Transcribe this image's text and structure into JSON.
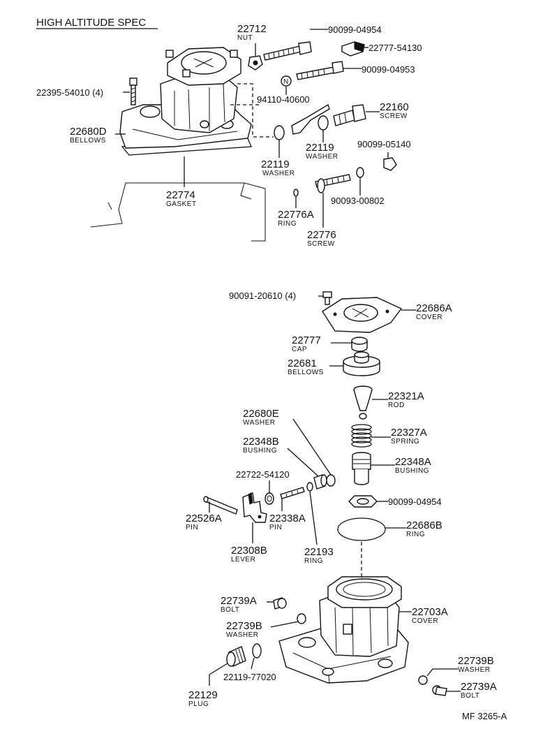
{
  "header": {
    "title": "HIGH ALTITUDE SPEC"
  },
  "footer": {
    "reference": "MF 3265-A"
  },
  "parts": {
    "nut_22712": {
      "number": "22712",
      "name": "NUT"
    },
    "bolt_90099_04954_top": {
      "number": "90099-04954"
    },
    "part_22777_54130": {
      "number": "22777-54130"
    },
    "bolt_90099_04953": {
      "number": "90099-04953"
    },
    "bolt_22395_54010": {
      "number": "22395-54010 (4)"
    },
    "n_94110_40600": {
      "number": "94110-40600",
      "mark": "N"
    },
    "screw_22160": {
      "number": "22160",
      "name": "SCREW"
    },
    "bellows_22680D": {
      "number": "22680D",
      "name": "BELLOWS"
    },
    "washer_22119_right": {
      "number": "22119",
      "name": "WASHER"
    },
    "nut_90099_05140": {
      "number": "90099-05140"
    },
    "washer_22119_left": {
      "number": "22119",
      "name": "WASHER"
    },
    "gasket_22774": {
      "number": "22774",
      "name": "GASKET"
    },
    "ring_22776A": {
      "number": "22776A",
      "name": "RING"
    },
    "washer_90093_00802": {
      "number": "90093-00802"
    },
    "screw_22776": {
      "number": "22776",
      "name": "SCREW"
    },
    "screw_90091_20610": {
      "number": "90091-20610 (4)"
    },
    "cover_22686A": {
      "number": "22686A",
      "name": "COVER"
    },
    "cap_22777": {
      "number": "22777",
      "name": "CAP"
    },
    "bellows_22681": {
      "number": "22681",
      "name": "BELLOWS"
    },
    "rod_22321A": {
      "number": "22321A",
      "name": "ROD"
    },
    "washer_22680E": {
      "number": "22680E",
      "name": "WASHER"
    },
    "spring_22327A": {
      "number": "22327A",
      "name": "SPRING"
    },
    "bushing_22348B": {
      "number": "22348B",
      "name": "BUSHING"
    },
    "bushing_22348A": {
      "number": "22348A",
      "name": "BUSHING"
    },
    "part_22722_54120": {
      "number": "22722-54120"
    },
    "nut_90099_04954_lower": {
      "number": "90099-04954"
    },
    "pin_22526A": {
      "number": "22526A",
      "name": "PIN"
    },
    "pin_22338A": {
      "number": "22338A",
      "name": "PIN"
    },
    "ring_22686B": {
      "number": "22686B",
      "name": "RING"
    },
    "lever_22308B": {
      "number": "22308B",
      "name": "LEVER"
    },
    "ring_22193": {
      "number": "22193",
      "name": "RING"
    },
    "bolt_22739A_left": {
      "number": "22739A",
      "name": "BOLT"
    },
    "cover_22703A": {
      "number": "22703A",
      "name": "COVER"
    },
    "washer_22739B_left": {
      "number": "22739B",
      "name": "WASHER"
    },
    "washer_22119_77020": {
      "number": "22119-77020"
    },
    "washer_22739B_right": {
      "number": "22739B",
      "name": "WASHER"
    },
    "plug_22129": {
      "number": "22129",
      "name": "PLUG"
    },
    "bolt_22739A_right": {
      "number": "22739A",
      "name": "BOLT"
    }
  }
}
